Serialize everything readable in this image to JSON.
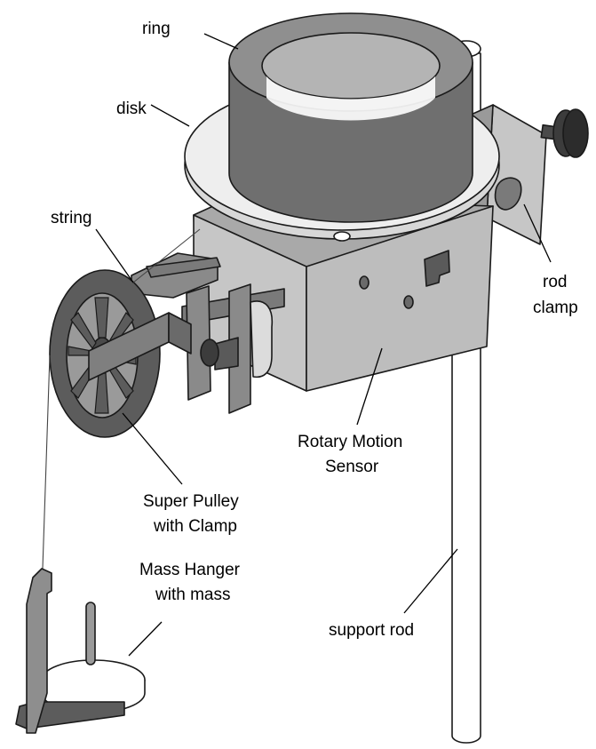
{
  "labels": {
    "ring": "ring",
    "disk": "disk",
    "string": "string",
    "rod_clamp_line1": "rod",
    "rod_clamp_line2": "clamp",
    "sensor_line1": "Rotary Motion",
    "sensor_line2": "Sensor",
    "pulley_line1": "Super Pulley",
    "pulley_line2": "with Clamp",
    "mass_line1": "Mass Hanger",
    "mass_line2": "with mass",
    "support_rod": "support rod"
  },
  "colors": {
    "background": "#ffffff",
    "outline": "#1a1a1a",
    "ring_top": "#8f8f8f",
    "ring_side": "#6f6f6f",
    "ring_inner": "#b4b4b4",
    "disk": "#eeeeee",
    "sensor_top": "#a9a9a9",
    "sensor_front": "#c6c6c6",
    "sensor_side": "#9a9a9a",
    "pulley": "#5c5c5c",
    "clamp": "#8a8a8a",
    "rod": "#ffffff",
    "hanger": "#8e8e8e",
    "mass_disk": "#ffffff"
  }
}
